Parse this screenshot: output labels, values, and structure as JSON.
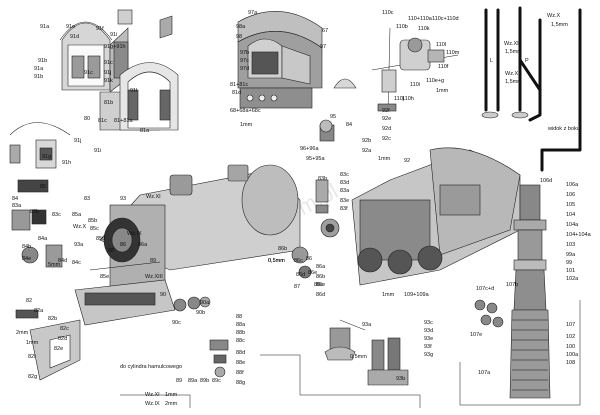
{
  "watermark": "modelik.com.pl",
  "wire_notes": {
    "wz_x": "Wz.X",
    "wz_x_size": "1,5mm",
    "wz_xii": "Wz.XII",
    "wz_xii_size": "1,5mm",
    "l": "L",
    "p": "P",
    "view_from_side": "widok z boku",
    "wz_xi_bottom": "Wz.XI",
    "wz_xi_size": "1mm",
    "wz_ix": "Wz.IX",
    "wz_ix_size": "2mm",
    "wz_xi": "Wz.XI",
    "wz_ix_mid": "Wz.IX",
    "wz_x_mid": "Wz.X",
    "wz_xiii": "Wz.XIII",
    "to_brake": "do cylindra hamulcowego"
  },
  "labels": {
    "cab": [
      "91a",
      "91f",
      "91b",
      "91e",
      "91d",
      "91c",
      "91g+91h",
      "91a",
      "91b",
      "91c",
      "91j",
      "91k",
      "91i",
      "91l",
      "81+81a",
      "81a",
      "81b",
      "81c",
      "80"
    ],
    "cab_frame": [
      "91g",
      "91h",
      "91i",
      "91j"
    ],
    "smoke": [
      "97a",
      "98a",
      "98",
      "97",
      "97b",
      "97c",
      "97d",
      "67",
      "81+81c",
      "81d",
      "68+68a+68c",
      "1mm"
    ],
    "top_right": [
      "110c",
      "110+110a",
      "110c+110d",
      "110b",
      "110k",
      "110l",
      "110m",
      "110f",
      "110e+g",
      "110i",
      "110j",
      "110h",
      "1mm"
    ],
    "mid": [
      "95",
      "84",
      "92f",
      "92e",
      "92d",
      "92c",
      "92b",
      "92a",
      "92",
      "96+96a",
      "95+95a",
      "1mm"
    ],
    "left": [
      "84",
      "83a",
      "83b",
      "83c",
      "85",
      "5mm"
    ],
    "front": [
      "93",
      "93a",
      "82",
      "82a",
      "82b",
      "82c",
      "82d",
      "82e",
      "82f",
      "82g",
      "83",
      "84a",
      "84b",
      "84c",
      "84d",
      "84e",
      "85a",
      "85b",
      "85c",
      "85d",
      "85e",
      "86",
      "86a",
      "86b",
      "86c",
      "86d",
      "86e",
      "87",
      "88",
      "89",
      "90",
      "90a",
      "90b",
      "90c",
      "2mm",
      "1mm",
      "0,5mm"
    ],
    "dome": [
      "83b",
      "83c",
      "83d",
      "83a",
      "83e",
      "83f",
      "86",
      "86c",
      "86d",
      "86a",
      "86b",
      "86e",
      "0,5mm"
    ],
    "firebox": [
      "109+109a",
      "1mm"
    ],
    "stack": [
      "106d",
      "106a",
      "106",
      "105",
      "104",
      "104a",
      "104+104a",
      "103",
      "99a",
      "99",
      "101",
      "102a",
      "102",
      "100",
      "100a",
      "108",
      "107",
      "107a",
      "107b",
      "107c+d",
      "107e"
    ],
    "bottom": [
      "93a",
      "93b",
      "93c",
      "93d",
      "93e",
      "93f",
      "93g",
      "0,5mm",
      "88",
      "88a",
      "88b",
      "88c",
      "88d",
      "88e",
      "88f",
      "88g",
      "89",
      "89a",
      "89b",
      "89c"
    ]
  },
  "parts": {
    "dimension_1mm": "1mm",
    "dimension_2mm": "2mm",
    "dimension_05mm": "0,5mm",
    "dimension_5mm": "5mm"
  }
}
